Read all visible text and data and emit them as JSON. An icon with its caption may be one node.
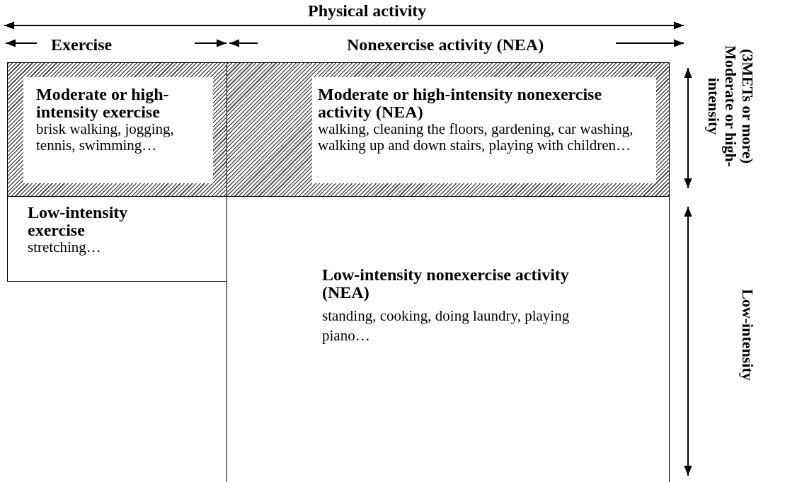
{
  "diagram": {
    "nodes": [
      {
        "text": [
          "Moderate or high-intensity exercise",
          "brisk walking, jogging, tennis, swimming…"
        ]
      },
      {
        "text": [
          "Moderate or high-intensity nonexercise activity (NEA)",
          "walking, cleaning the floors, gardening, car washing, walking up and down stairs, playing with children…"
        ]
      },
      {
        "text": [
          "Low-intensity exercise",
          "stretching…"
        ]
      },
      {
        "text": [
          "Low-intensity nonexercise activity (NEA)",
          "standing, cooking, doing laundry, playing piano…"
        ]
      }
    ],
    "edges": [],
    "labels": [
      "Physical activity",
      "Exercise",
      "Nonexercise activity (NEA)",
      "(3METs or more) Moderate or high-intensity",
      "Low-intensity"
    ]
  }
}
